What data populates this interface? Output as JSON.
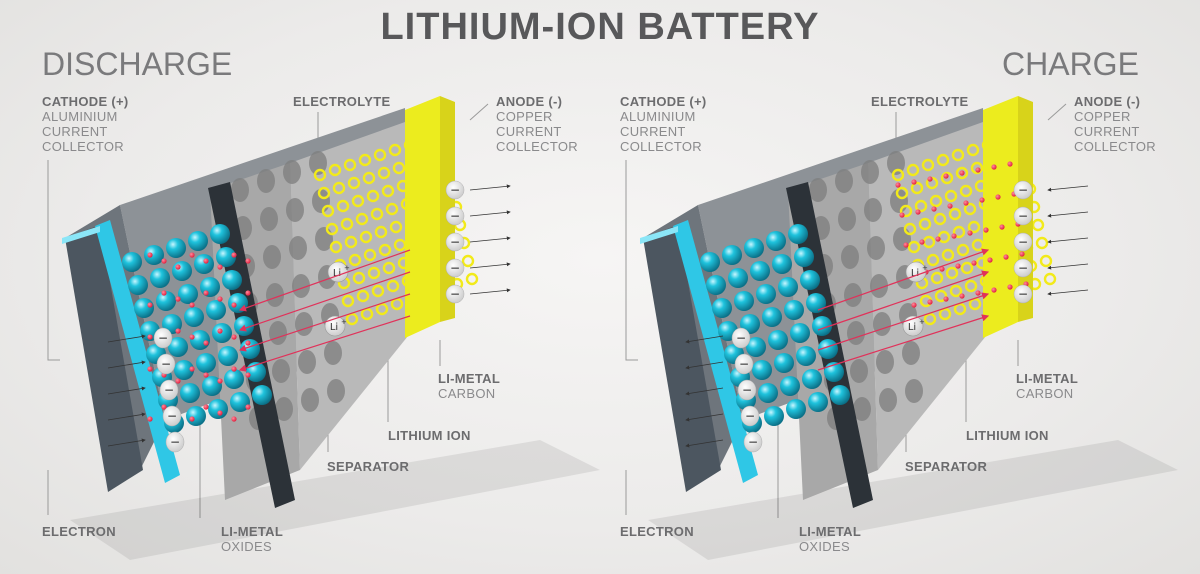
{
  "title": "LITHIUM-ION BATTERY",
  "left": {
    "mode": "DISCHARGE",
    "cathode": {
      "head": "CATHODE (+)",
      "l1": "ALUMINIUM",
      "l2": "CURRENT",
      "l3": "COLLECTOR"
    },
    "electrolyte": "ELECTROLYTE",
    "anode": {
      "head": "ANODE (-)",
      "l1": "COPPER",
      "l2": "CURRENT",
      "l3": "COLLECTOR"
    },
    "limetal_carbon": {
      "head": "LI-METAL",
      "sub": "CARBON"
    },
    "lithium_ion": "LITHIUM ION",
    "separator": "SEPARATOR",
    "electron": "ELECTRON",
    "limetal_oxides": {
      "head": "LI-METAL",
      "sub": "OXIDES"
    }
  },
  "right": {
    "mode": "CHARGE",
    "cathode": {
      "head": "CATHODE (+)",
      "l1": "ALUMINIUM",
      "l2": "CURRENT",
      "l3": "COLLECTOR"
    },
    "electrolyte": "ELECTROLYTE",
    "anode": {
      "head": "ANODE (-)",
      "l1": "COPPER",
      "l2": "CURRENT",
      "l3": "COLLECTOR"
    },
    "limetal_carbon": {
      "head": "LI-METAL",
      "sub": "CARBON"
    },
    "lithium_ion": "LITHIUM ION",
    "separator": "SEPARATOR",
    "electron": "ELECTRON",
    "limetal_oxides": {
      "head": "LI-METAL",
      "sub": "OXIDES"
    }
  },
  "ion_symbol": "Li",
  "ion_charge": "+",
  "electron_symbol": "−",
  "colors": {
    "cathode_collector": "#2fc7e6",
    "anode_collector": "#ecec1e",
    "cell_front": "#4c5660",
    "separator": "#2c3238",
    "electrolyte": "#b9b9b9",
    "oxide_sphere": "#1fc3dd",
    "lithium_dot": "#e01b3a",
    "carbon_lattice": "#f2ea1a"
  },
  "icons": [
    "electron-icon",
    "lithium-ion-icon",
    "sphere-icon"
  ]
}
